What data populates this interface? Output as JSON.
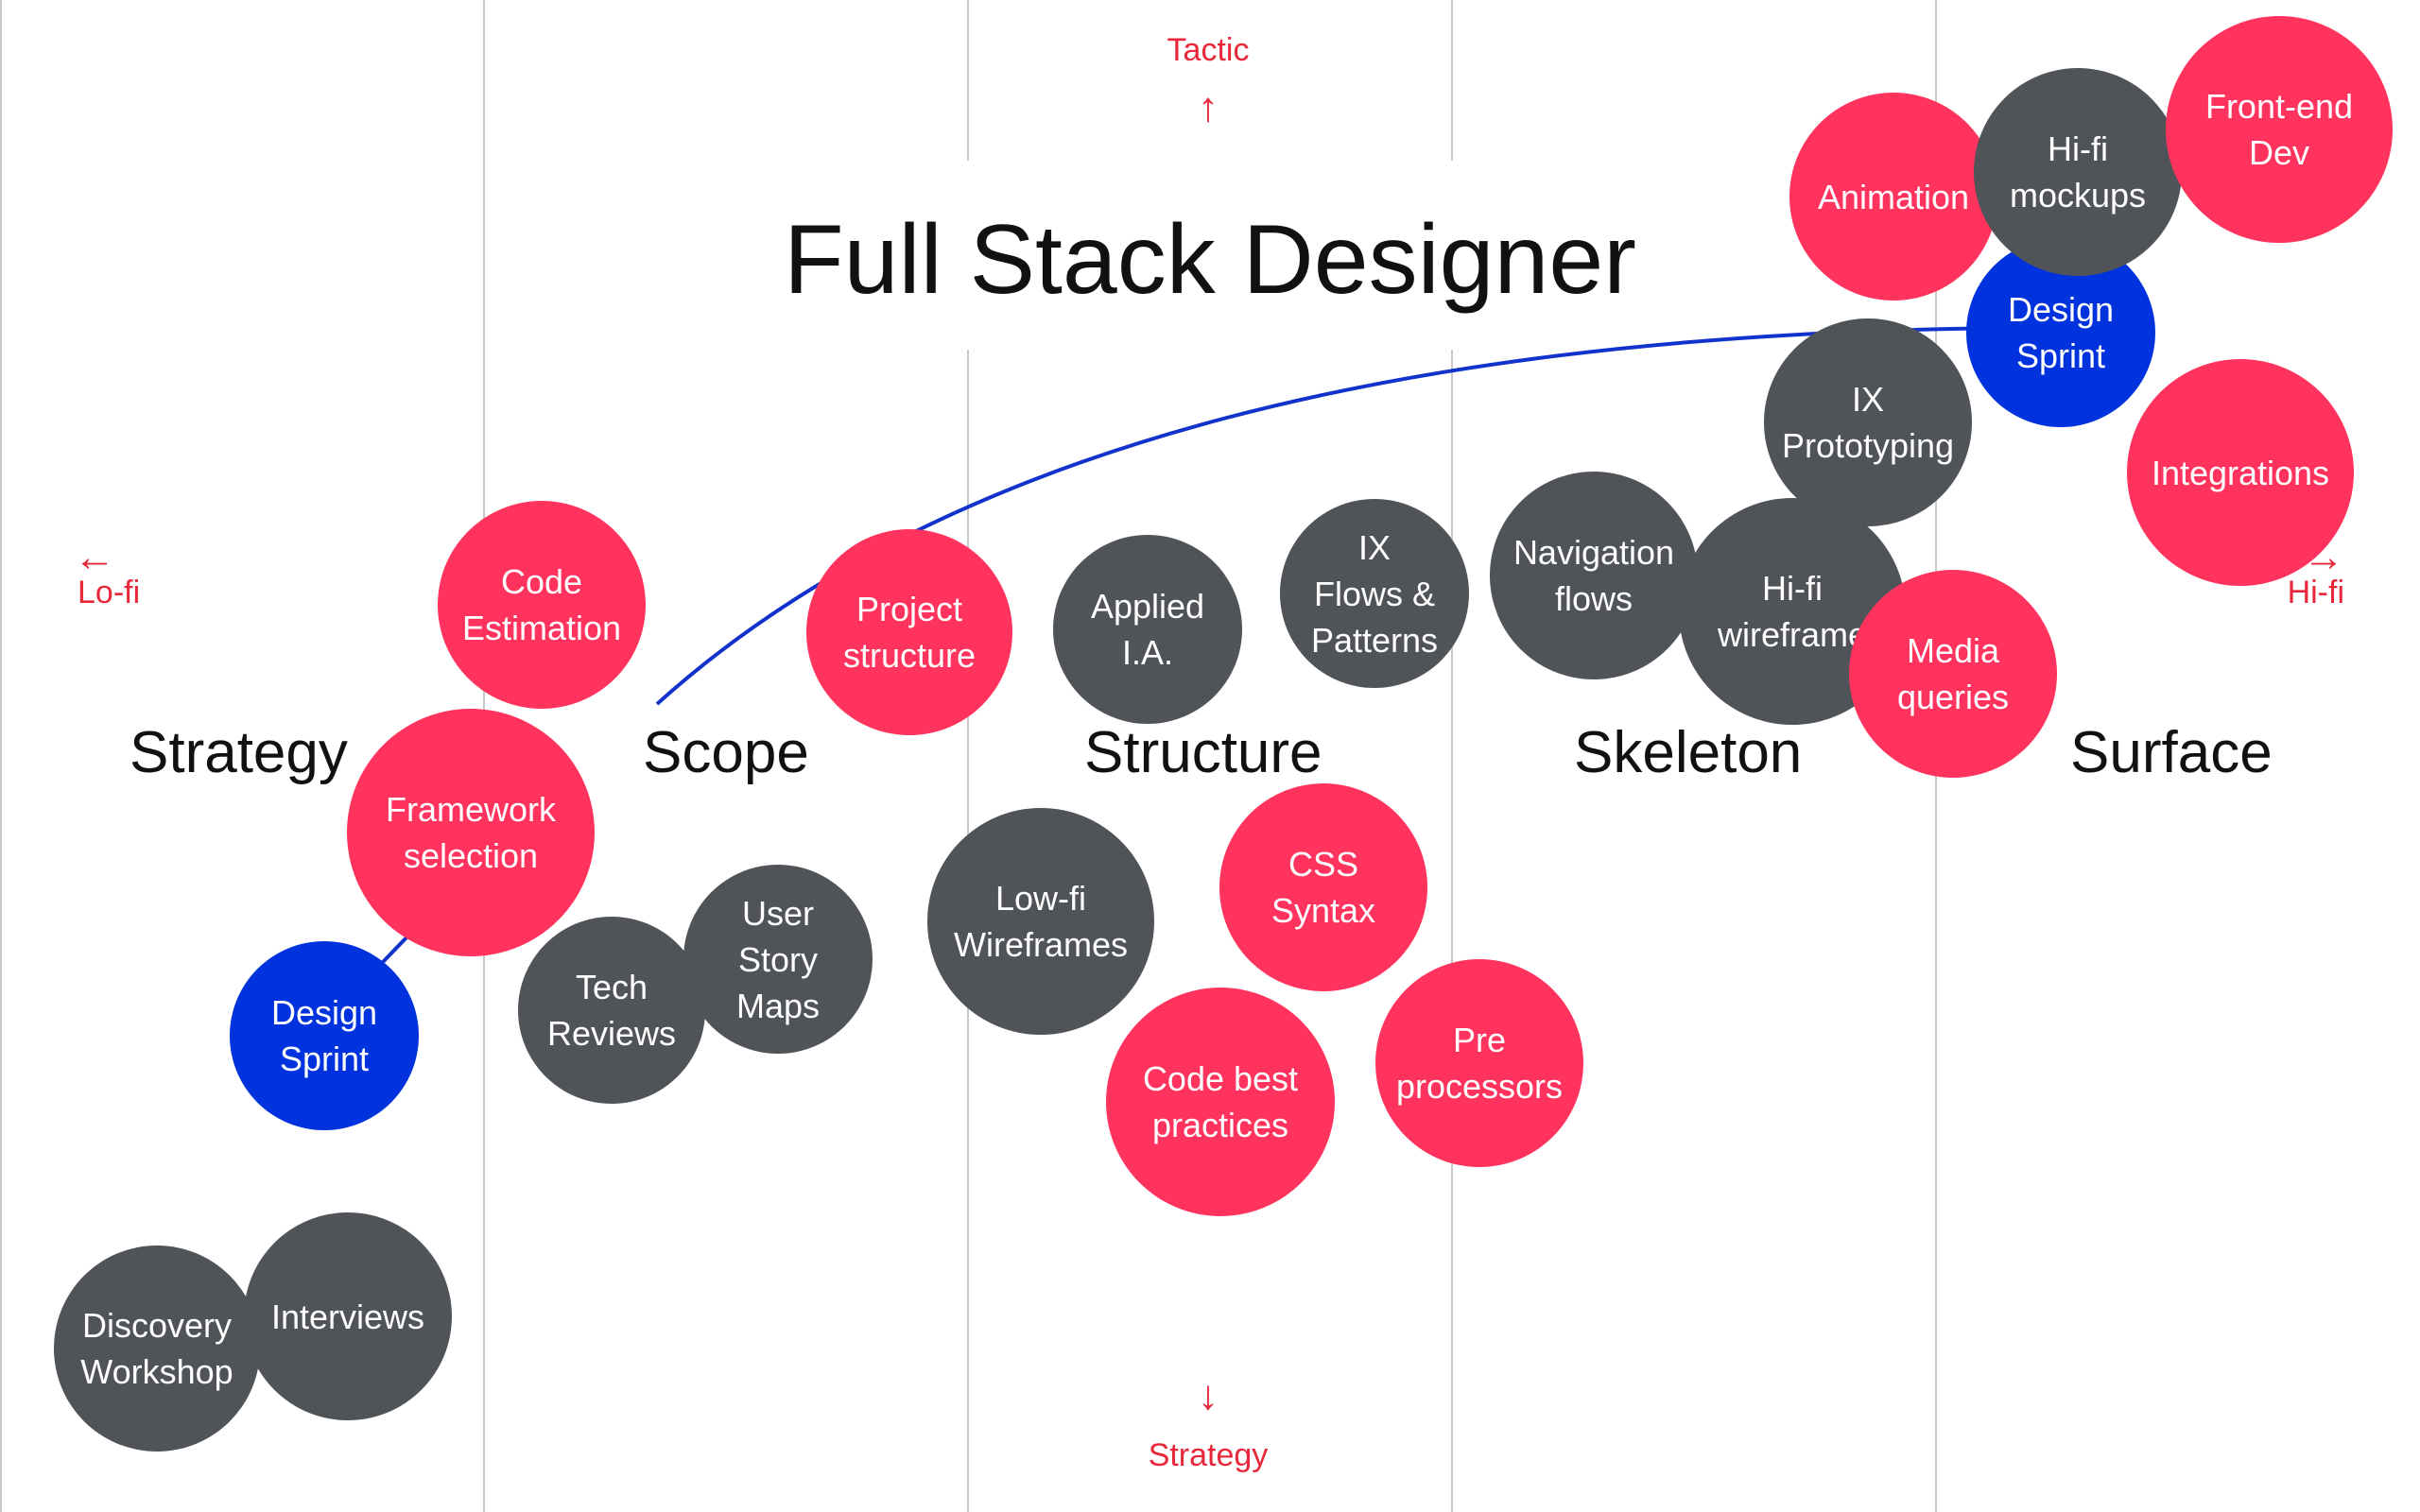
{
  "title": "Full Stack Designer",
  "axis": {
    "top_label": "Tactic",
    "bottom_label": "Strategy",
    "left_label": "Lo-fi",
    "right_label": "Hi-fi",
    "arrow_up": "↑",
    "arrow_down": "↓",
    "arrow_left": "←",
    "arrow_right": "→"
  },
  "stages": [
    "Strategy",
    "Scope",
    "Structure",
    "Skeleton",
    "Surface"
  ],
  "colors": {
    "red": "#ff335d",
    "gray": "#505459",
    "blue": "#0033dd",
    "axis": "#e8283a",
    "curve": "#1133cc"
  },
  "bubbles": [
    {
      "label": "Code\nEstimation",
      "color": "red"
    },
    {
      "label": "Framework\nselection",
      "color": "red"
    },
    {
      "label": "Design\nSprint",
      "color": "blue"
    },
    {
      "label": "Tech\nReviews",
      "color": "gray"
    },
    {
      "label": "User\nStory\nMaps",
      "color": "gray"
    },
    {
      "label": "Discovery\nWorkshop",
      "color": "gray"
    },
    {
      "label": "Interviews",
      "color": "gray"
    },
    {
      "label": "Project\nstructure",
      "color": "red"
    },
    {
      "label": "Applied\nI.A.",
      "color": "gray"
    },
    {
      "label": "IX\nFlows &\nPatterns",
      "color": "gray"
    },
    {
      "label": "Low-fi\nWireframes",
      "color": "gray"
    },
    {
      "label": "CSS\nSyntax",
      "color": "red"
    },
    {
      "label": "Code best\npractices",
      "color": "red"
    },
    {
      "label": "Pre\nprocessors",
      "color": "red"
    },
    {
      "label": "Navigation\nflows",
      "color": "gray"
    },
    {
      "label": "Hi-fi\nwireframe",
      "color": "gray"
    },
    {
      "label": "Media\nqueries",
      "color": "red"
    },
    {
      "label": "IX\nPrototyping",
      "color": "gray"
    },
    {
      "label": "Design\nSprint",
      "color": "blue"
    },
    {
      "label": "Animation",
      "color": "red"
    },
    {
      "label": "Hi-fi\nmockups",
      "color": "gray"
    },
    {
      "label": "Front-end\nDev",
      "color": "red"
    },
    {
      "label": "Integrations",
      "color": "red"
    }
  ]
}
